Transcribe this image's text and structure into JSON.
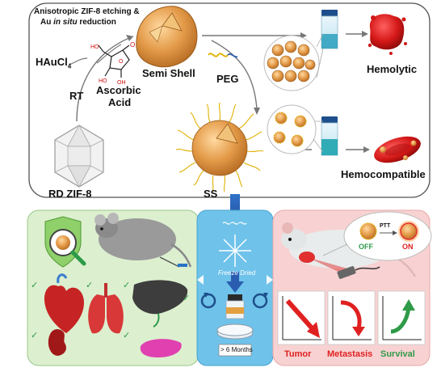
{
  "synthesis": {
    "step_label_line1": "Anisotropic ZIF-8 etching &",
    "step_label_line2_prefix": "Au ",
    "step_label_line2_italic": "in situ",
    "step_label_line2_suffix": " reduction",
    "haucl4": "HAuCl",
    "haucl4_sub": "4",
    "rt": "RT",
    "ascorbic_line1": "Ascorbic",
    "ascorbic_line2": "Acid",
    "semi_shell": "Semi Shell",
    "peg": "PEG",
    "rd_zif8": "RD ZIF-8",
    "hemolytic": "Hemolytic",
    "hemocompatible": "Hemocompatible",
    "ss": "SS"
  },
  "storage": {
    "freeze_dried": "Freeze Dried",
    "months": "> 6 Months"
  },
  "therapy": {
    "off": "OFF",
    "on": "ON",
    "ptt": "PTT",
    "tumor": "Tumor",
    "metastasis": "Metastasis",
    "survival": "Survival"
  },
  "biosafety": {
    "check": "✓"
  },
  "colors": {
    "green_panel": "#dcefcf",
    "blue_panel": "#6fc2ea",
    "pink_panel": "#f8d2d2",
    "gold": "#e0a04a",
    "red": "#e02020",
    "green": "#2f9a48"
  }
}
